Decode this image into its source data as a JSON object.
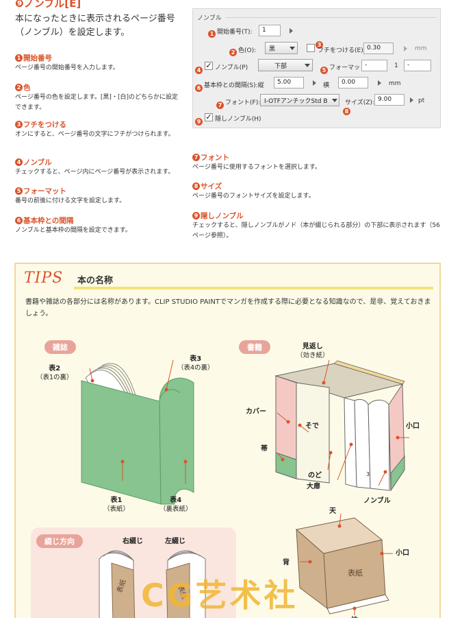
{
  "heading": "❾ノンブル[E]",
  "intro": "本になったときに表示されるページ番号（ノンブル）を設定します。",
  "items_left": [
    {
      "n": "1",
      "title": "開始番号",
      "desc": "ページ番号の開始番号を入力します。"
    },
    {
      "n": "2",
      "title": "色",
      "desc": "ページ番号の色を設定します。[黒]・[白]のどちらかに設定できます。"
    },
    {
      "n": "3",
      "title": "フチをつける",
      "desc": "オンにすると、ページ番号の文字にフチがつけられます。"
    },
    {
      "n": "4",
      "title": "ノンブル",
      "desc": "チェックすると、ページ内にページ番号が表示されます。"
    },
    {
      "n": "5",
      "title": "フォーマット",
      "desc": "番号の前後に付ける文字を設定します。"
    },
    {
      "n": "6",
      "title": "基本枠との間隔",
      "desc": "ノンブルと基本枠の間隔を設定できます。"
    }
  ],
  "items_right": [
    {
      "n": "7",
      "title": "フォント",
      "desc": "ページ番号に使用するフォントを選択します。"
    },
    {
      "n": "8",
      "title": "サイズ",
      "desc": "ページ番号のフォントサイズを設定します。"
    },
    {
      "n": "9",
      "title": "隠しノンブル",
      "desc": "チェックすると、隠しノンブルがノド（本が綴じられる部分）の下部に表示されます（56ページ参照）。"
    }
  ],
  "dialog": {
    "title": "ノンブル",
    "start_label": "開始番号(T):",
    "start_value": "1",
    "color_label": "色(O):",
    "color_value": "黒",
    "outline_label": "フチをつける(E):",
    "outline_value": "0.30",
    "outline_unit": "mm",
    "nombre_label": "ノンブル(P)",
    "nombre_value": "下部",
    "format_label": "フォーマット:",
    "format_prefix": "-",
    "format_mid": "1",
    "format_suffix": "-",
    "gap_label": "基本枠との間隔(S):縦",
    "gap_v": "5.00",
    "gap_h_label": "横",
    "gap_h": "0.00",
    "gap_unit": "mm",
    "font_label": "フォント(F):",
    "font_value": "I-OTFアンチックStd B",
    "size_label": "サイズ(Z):",
    "size_value": "9.00",
    "size_unit": "pt",
    "hidden_label": "隠しノンブル(H)"
  },
  "tips": {
    "logo": "TIPS",
    "title": "本の名称",
    "text": "書籍や雑誌の各部分には名称があります。CLIP STUDIO PAINTでマンガを作成する際に必要となる知識なので、是非、覚えておきましょう。",
    "magazine": {
      "pill": "雑誌",
      "cover2": "表2",
      "cover2_sub": "（表1の裏）",
      "cover3": "表3",
      "cover3_sub": "（表4の裏）",
      "cover1": "表1",
      "cover1_sub": "（表紙）",
      "cover4": "表4",
      "cover4_sub": "（裏表紙）"
    },
    "book": {
      "pill": "書籍",
      "endpaper": "見返し",
      "endpaper_sub": "（効き紙）",
      "cover": "カバー",
      "flap": "そで",
      "band": "帯",
      "gutter": "のど",
      "spine_edge": "大扉",
      "fore_edge": "小口",
      "page_no": "3",
      "nombre": "ノンブル"
    },
    "binding": {
      "pill": "綴じ方向",
      "right": "右綴じ",
      "left": "左綴じ",
      "cover_text": "表紙"
    },
    "closed": {
      "top": "天",
      "spine": "背",
      "cover": "表紙",
      "fore": "小口",
      "bottom": "地"
    }
  },
  "watermark": "CG艺术社",
  "colors": {
    "accent": "#d9532b",
    "magazine_green": "#87c48f",
    "kraft": "#cfb08c",
    "pink": "#f4c9c4"
  }
}
